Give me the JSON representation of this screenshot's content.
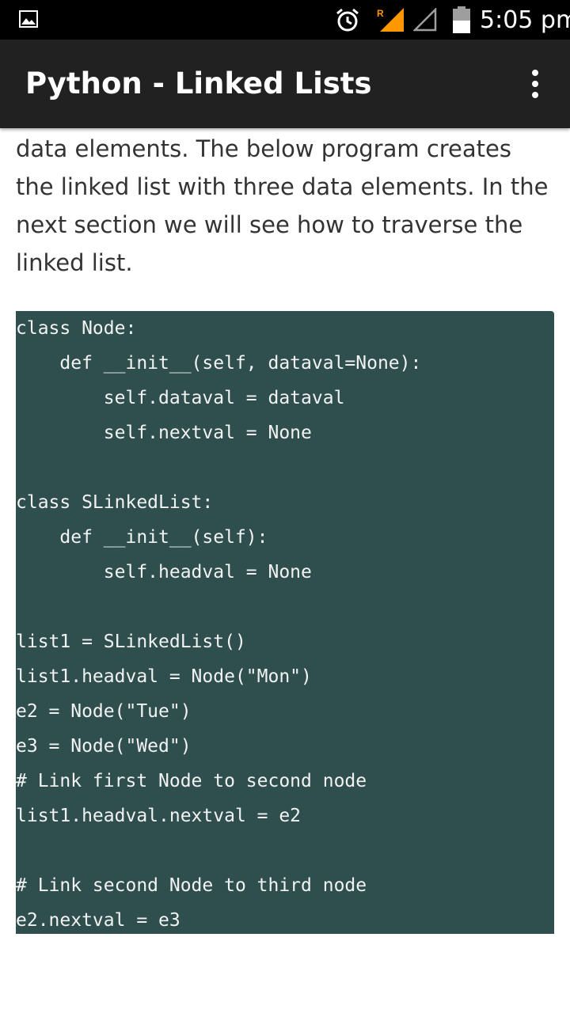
{
  "status_bar": {
    "time": "5:05 pm",
    "icons": [
      "gallery-icon",
      "alarm-icon",
      "signal-roaming-icon",
      "signal-empty-icon",
      "battery-icon"
    ],
    "roaming_badge": "R"
  },
  "app_bar": {
    "title": "Python - Linked Lists",
    "menu_icon": "more-vert-icon"
  },
  "content": {
    "intro_text": "data elements. The below program creates the linked list with three data elements. In the next section we will see how to traverse the linked list.",
    "code_lines": [
      "class Node:",
      "    def __init__(self, dataval=None):",
      "        self.dataval = dataval",
      "        self.nextval = None",
      "",
      "class SLinkedList:",
      "    def __init__(self):",
      "        self.headval = None",
      "",
      "list1 = SLinkedList()",
      "list1.headval = Node(\"Mon\")",
      "e2 = Node(\"Tue\")",
      "e3 = Node(\"Wed\")",
      "# Link first Node to second node",
      "list1.headval.nextval = e2",
      "",
      "# Link second Node to third node",
      "e2.nextval = e3"
    ]
  },
  "colors": {
    "status_bar_bg": "#000000",
    "app_bar_bg": "#212121",
    "code_bg": "#2f4f4f",
    "roaming_accent": "#ff9800"
  }
}
